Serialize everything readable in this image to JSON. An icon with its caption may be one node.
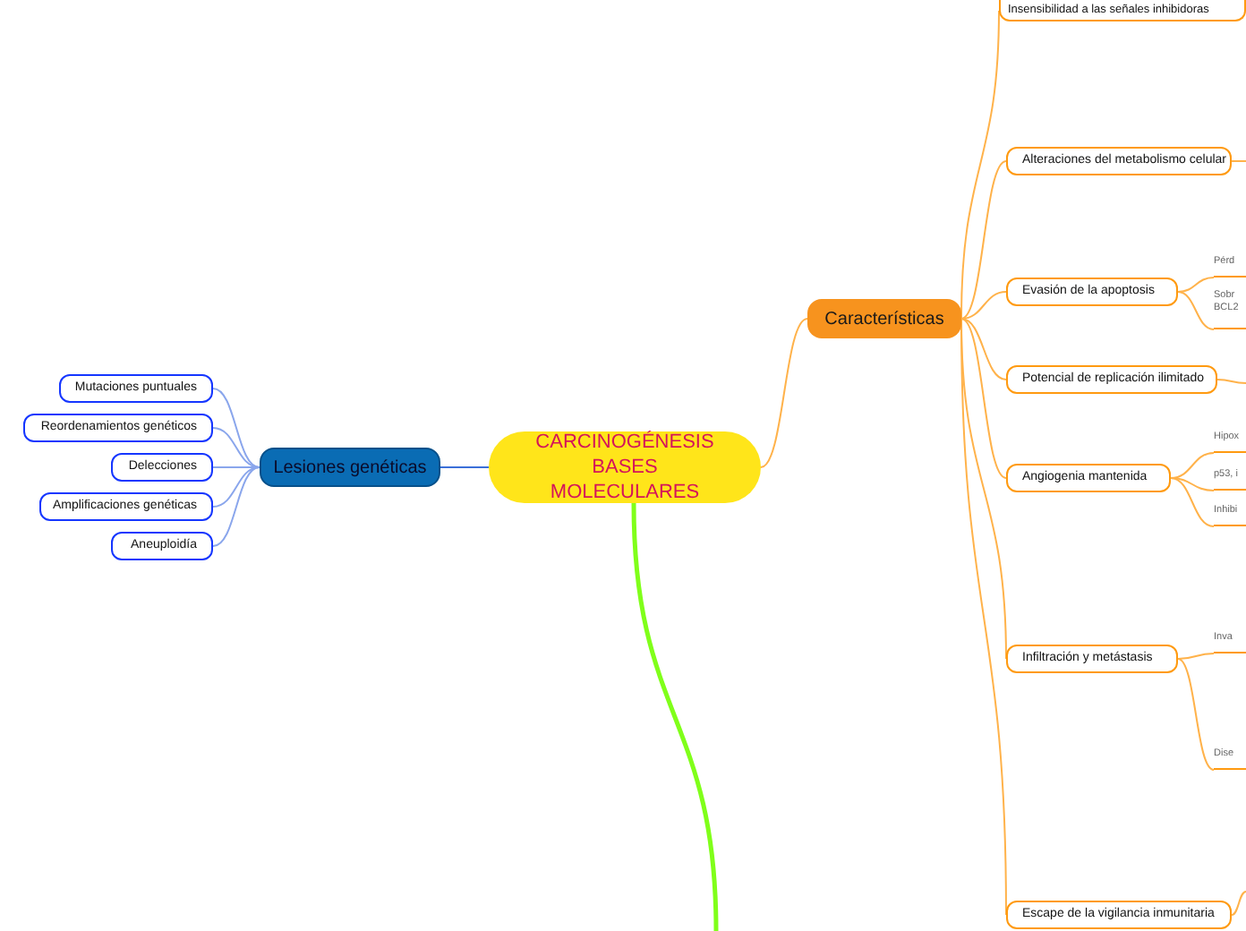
{
  "diagram": {
    "nodes": [
      {
        "text": [
          "CARCINOGÉNESIS BASES MOLECULARES"
        ]
      },
      {
        "text": [
          "Lesiones genéticas"
        ]
      },
      {
        "text": [
          "Mutaciones puntuales"
        ]
      },
      {
        "text": [
          "Reordenamientos genéticos"
        ]
      },
      {
        "text": [
          "Delecciones"
        ]
      },
      {
        "text": [
          "Amplificaciones genéticas"
        ]
      },
      {
        "text": [
          "Aneuploidía"
        ]
      },
      {
        "text": [
          "Características"
        ]
      },
      {
        "text": [
          "Insensibilidad a las señales inhibidoras"
        ]
      },
      {
        "text": [
          "Alteraciones del metabolismo celular"
        ]
      },
      {
        "text": [
          "Evasión de la apoptosis"
        ]
      },
      {
        "text": [
          "Pérd"
        ]
      },
      {
        "text": [
          "Sobr BCL2"
        ]
      },
      {
        "text": [
          "Potencial de replicación ilimitado"
        ]
      },
      {
        "text": [
          "Angiogenia mantenida"
        ]
      },
      {
        "text": [
          "Hipox"
        ]
      },
      {
        "text": [
          "p53, i"
        ]
      },
      {
        "text": [
          "Inhibi"
        ]
      },
      {
        "text": [
          "Infiltración y metástasis"
        ]
      },
      {
        "text": [
          "Inva"
        ]
      },
      {
        "text": [
          "Dise"
        ]
      },
      {
        "text": [
          "Escape de la vigilancia inmunitaria"
        ]
      }
    ],
    "edges": [
      {
        "from": 0,
        "to": 1,
        "arrow": "none",
        "color": "#3b6fd8"
      },
      {
        "from": 0,
        "to": 7,
        "arrow": "none"
      },
      {
        "from": 1,
        "to": 2,
        "arrow": "none",
        "color": "#8aa6ec"
      },
      {
        "from": 1,
        "to": 3,
        "arrow": "none",
        "color": "#8aa6ec"
      },
      {
        "from": 1,
        "to": 4,
        "arrow": "none",
        "color": "#8aa6ec"
      },
      {
        "from": 1,
        "to": 5,
        "arrow": "none",
        "color": "#8aa6ec"
      },
      {
        "from": 1,
        "to": 6,
        "arrow": "none",
        "color": "#8aa6ec"
      },
      {
        "from": 7,
        "to": 8,
        "arrow": "none"
      },
      {
        "from": 7,
        "to": 9,
        "arrow": "none"
      },
      {
        "from": 7,
        "to": 10,
        "arrow": "none"
      },
      {
        "from": 7,
        "to": 13,
        "arrow": "none"
      },
      {
        "from": 7,
        "to": 14,
        "arrow": "none"
      },
      {
        "from": 7,
        "to": 18,
        "arrow": "none"
      },
      {
        "from": 7,
        "to": 21,
        "arrow": "none"
      },
      {
        "from": 10,
        "to": 11,
        "arrow": "none"
      },
      {
        "from": 10,
        "to": 12,
        "arrow": "none"
      },
      {
        "from": 14,
        "to": 15,
        "arrow": "none"
      },
      {
        "from": 14,
        "to": 16,
        "arrow": "none"
      },
      {
        "from": 14,
        "to": 17,
        "arrow": "none"
      },
      {
        "from": 18,
        "to": 19,
        "arrow": "none"
      },
      {
        "from": 18,
        "to": 20,
        "arrow": "none"
      },
      {
        "from": 9,
        "to": null,
        "arrow": "none"
      },
      {
        "from": 13,
        "to": null,
        "arrow": "none"
      },
      {
        "from": 21,
        "to": null,
        "arrow": "none"
      },
      {
        "from": 0,
        "to": null,
        "arrow": "none",
        "color": "#80ff1a",
        "style": "thick"
      }
    ]
  }
}
